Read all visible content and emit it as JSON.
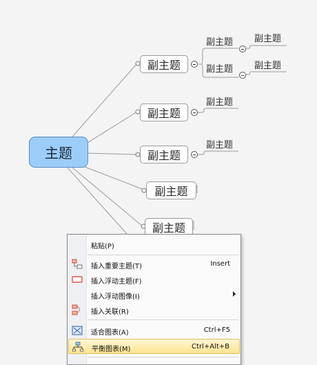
{
  "mindmap": {
    "central_topic": "主题",
    "subtopics": [
      "副主题",
      "副主题",
      "副主题",
      "副主题",
      "副主题"
    ],
    "leaves": {
      "first_group": [
        "副主题",
        "副主题"
      ],
      "first_group_children": [
        "副主题",
        "副主题"
      ],
      "second_group": [
        "副主题"
      ],
      "third_group": [
        "副主题"
      ]
    }
  },
  "context_menu": {
    "items": [
      {
        "label": "粘贴(P)",
        "shortcut": ""
      },
      {
        "label": "插入重要主题(T)",
        "shortcut": "Insert"
      },
      {
        "label": "插入浮动主题(F)",
        "shortcut": ""
      },
      {
        "label": "插入浮动图像(I)",
        "shortcut": ""
      },
      {
        "label": "插入关联(R)",
        "shortcut": ""
      },
      {
        "label": "适合图表(A)",
        "shortcut": "Ctrl+F5"
      },
      {
        "label": "平衡图表(M)",
        "shortcut": "Ctrl+Alt+B"
      }
    ],
    "highlight_color": "#ffe48f"
  }
}
